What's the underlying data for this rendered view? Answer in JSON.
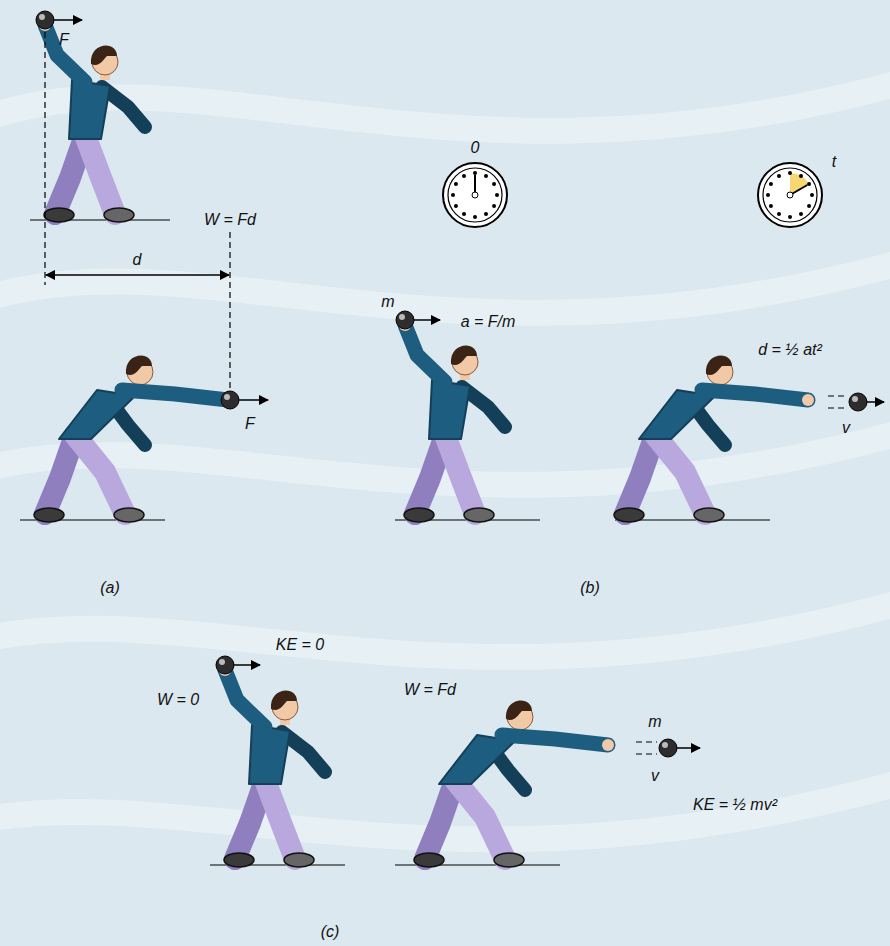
{
  "diagram": {
    "labels": [
      "F",
      "W = Fd",
      "d",
      "F",
      "(a)",
      "0",
      "t",
      "m",
      "a = F/m",
      "d = ½ at²",
      "v",
      "(b)",
      "KE = 0",
      "W = 0",
      "W = Fd",
      "m",
      "v",
      "KE = ½ mv²",
      "(c)"
    ]
  }
}
